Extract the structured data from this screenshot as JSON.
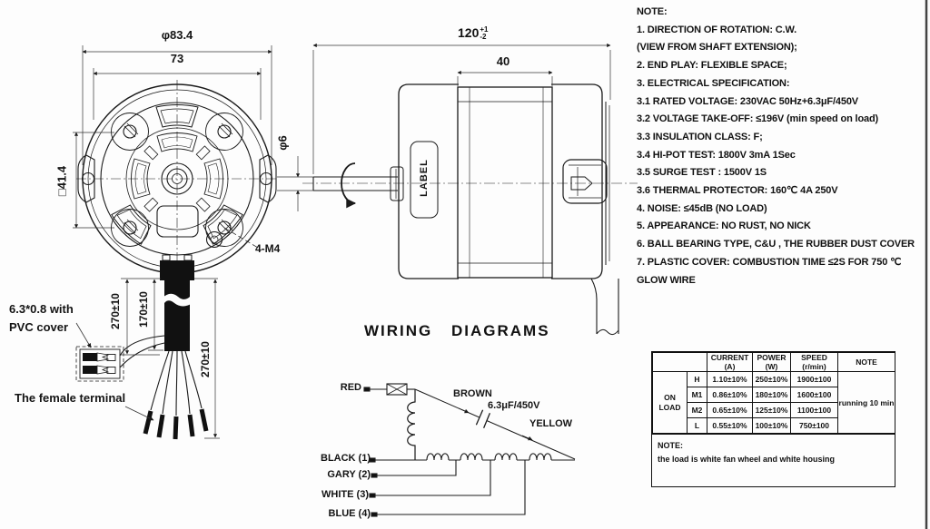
{
  "front_view": {
    "dia_outer": "φ83.4",
    "width_73": "73",
    "square": "□41.4",
    "shaft_dia": "φ6",
    "screws": "4-M4",
    "dim_270_left": "270±10",
    "dim_170": "170±10",
    "dim_270_right": "270±10",
    "pvc_line1": "6.3*0.8 with",
    "pvc_line2": "PVC cover",
    "female_terminal": "The female terminal"
  },
  "side_view": {
    "length": "120",
    "tol_plus": "+1",
    "tol_minus": "-2",
    "stator_width": "40",
    "label_plate": "LABEL"
  },
  "wiring": {
    "title": "WIRING DIAGRAMS",
    "red": "RED",
    "brown": "BROWN",
    "capacitor": "6.3μF/450V",
    "yellow": "YELLOW",
    "black": "BLACK (1)",
    "gary": "GARY (2)",
    "white": "WHITE (3)",
    "blue": "BLUE (4)"
  },
  "notes": [
    "NOTE:",
    "1. DIRECTION OF ROTATION: C.W.",
    "(VIEW FROM SHAFT EXTENSION);",
    "2. END PLAY: FLEXIBLE SPACE;",
    "3. ELECTRICAL SPECIFICATION:",
    "3.1 RATED VOLTAGE: 230VAC 50Hz+6.3μF/450V",
    "3.2 VOLTAGE TAKE-OFF: ≤196V (min speed on load)",
    "3.3 INSULATION CLASS: F;",
    "3.4 HI-POT TEST: 1800V 3mA 1Sec",
    "3.5 SURGE TEST : 1500V 1S",
    "3.6 THERMAL PROTECTOR: 160℃ 4A 250V",
    "4. NOISE: ≤45dB (NO LOAD)",
    "5. APPEARANCE: NO RUST, NO NICK",
    "6. BALL BEARING TYPE,  C&U , THE RUBBER DUST COVER",
    "7. PLASTIC COVER: COMBUSTION TIME ≤2S FOR 750 ℃",
    "GLOW WIRE"
  ],
  "spec_table": {
    "load_label_1": "ON",
    "load_label_2": "LOAD",
    "col_current": "CURRENT (A)",
    "col_power": "POWER (W)",
    "col_speed": "SPEED (r/min)",
    "col_note": "NOTE",
    "rows": [
      {
        "key": "H",
        "current": "1.10±10%",
        "power": "250±10%",
        "speed": "1900±100"
      },
      {
        "key": "M1",
        "current": "0.86±10%",
        "power": "180±10%",
        "speed": "1600±100"
      },
      {
        "key": "M2",
        "current": "0.65±10%",
        "power": "125±10%",
        "speed": "1100±100"
      },
      {
        "key": "L",
        "current": "0.55±10%",
        "power": "100±10%",
        "speed": "750±100"
      }
    ],
    "note_value": "running 10 min",
    "footnote_title": "NOTE:",
    "footnote_text": "the load is white fan wheel and white housing"
  },
  "colors": {
    "line": "#1a1a1a",
    "background": "#fdfdfd"
  }
}
